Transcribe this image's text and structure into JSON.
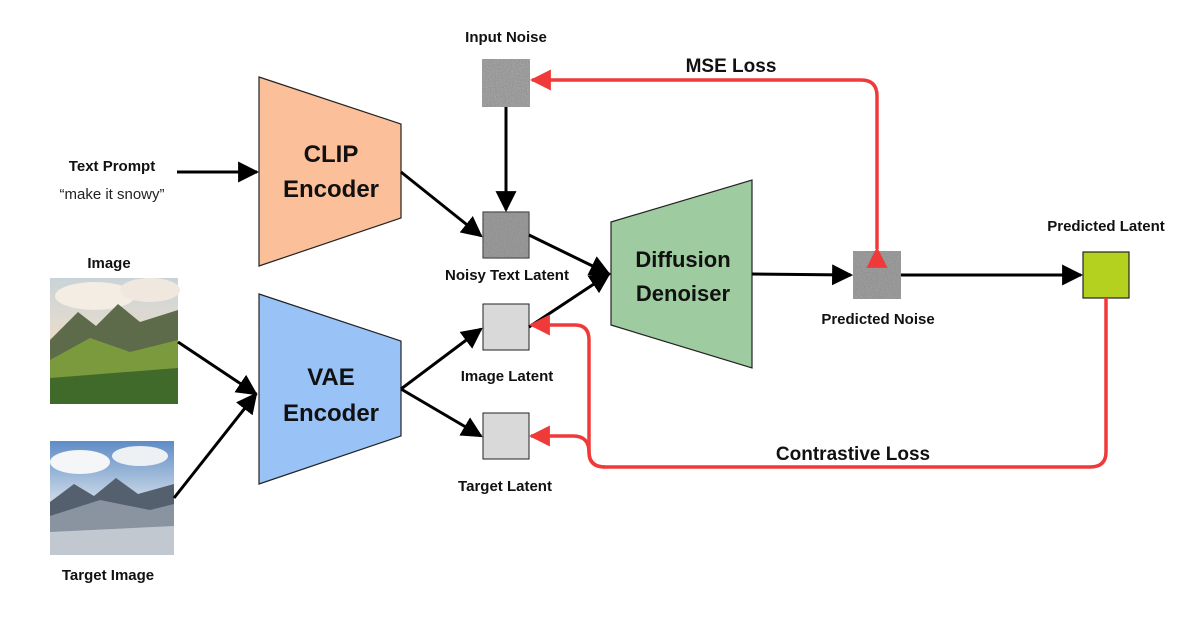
{
  "inputs": {
    "text_prompt_label": "Text Prompt",
    "text_prompt_value": "“make it snowy”",
    "image_label": "Image",
    "target_image_label": "Target Image"
  },
  "encoders": {
    "clip_line1": "CLIP",
    "clip_line2": "Encoder",
    "vae_line1": "VAE",
    "vae_line2": "Encoder"
  },
  "latents": {
    "input_noise": "Input Noise",
    "noisy_text_latent": "Noisy Text Latent",
    "image_latent": "Image Latent",
    "target_latent": "Target Latent",
    "predicted_noise": "Predicted Noise",
    "predicted_latent": "Predicted Latent"
  },
  "denoiser": {
    "line1": "Diffusion",
    "line2": "Denoiser"
  },
  "losses": {
    "mse": "MSE Loss",
    "contrastive": "Contrastive Loss"
  },
  "colors": {
    "clip": "#fbbf99",
    "vae": "#99c2f7",
    "denoiser": "#9ecb9f",
    "predicted_latent": "#b5d11f",
    "noise_box": "#8a8a8a",
    "latent_box": "#d9d9d9",
    "loss_arrow": "#f03a3a",
    "flow_arrow": "#000000"
  }
}
